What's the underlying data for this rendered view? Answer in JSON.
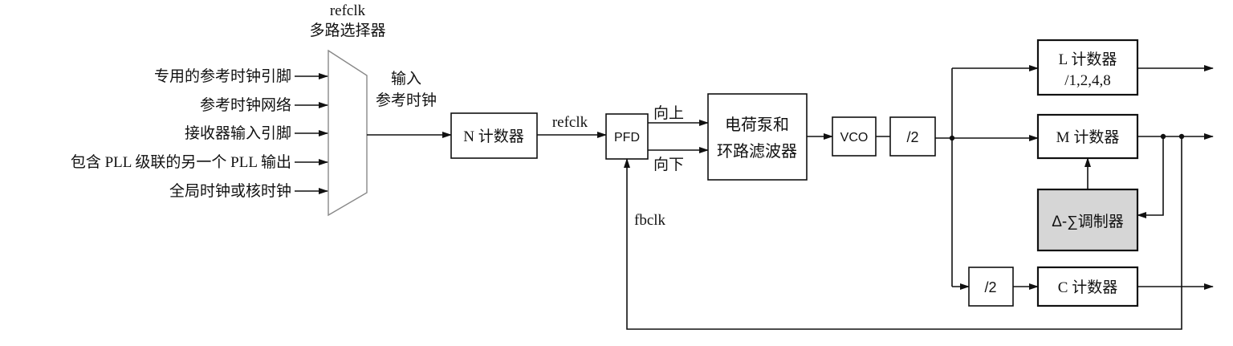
{
  "mux": {
    "title_line1": "refclk",
    "title_line2": "多路选择器"
  },
  "inputs": [
    "专用的参考时钟引脚",
    "参考时钟网络",
    "接收器输入引脚",
    "包含 PLL 级联的另一个 PLL 输出",
    "全局时钟或核时钟"
  ],
  "mux_output": {
    "line1": "输入",
    "line2": "参考时钟"
  },
  "n_counter": "N 计数器",
  "refclk_label": "refclk",
  "pfd": "PFD",
  "up_label": "向上",
  "down_label": "向下",
  "charge_pump": {
    "line1": "电荷泵和",
    "line2": "环路滤波器"
  },
  "vco": "VCO",
  "div2_main": "/2",
  "l_counter": {
    "line1": "L 计数器",
    "line2": "/1,2,4,8"
  },
  "m_counter": "M 计数器",
  "modulator": "Δ-∑调制器",
  "div2_c": "/2",
  "c_counter": "C 计数器",
  "fbclk_label": "fbclk"
}
